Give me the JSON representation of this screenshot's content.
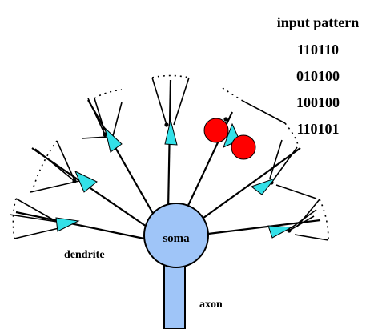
{
  "title": "input pattern",
  "patterns": [
    "110110",
    "010100",
    "100100",
    "110101"
  ],
  "labels": {
    "soma": "soma",
    "dendrite": "dendrite",
    "axon": "axon"
  },
  "colors": {
    "soma_fill": "#9FC5F8",
    "synapse_arrow": "#33E0E8",
    "active_input": "#FF0000",
    "line": "#000000"
  }
}
